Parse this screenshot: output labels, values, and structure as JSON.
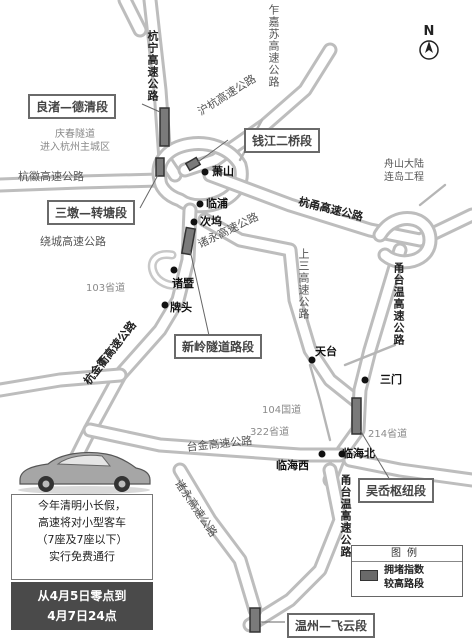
{
  "roads": {
    "hangning": "杭宁高速公路",
    "zhajiasu": "乍嘉苏高速公路",
    "huhang": "沪杭高速公路",
    "hanghui": "杭徽高速公路",
    "raocheng": "绕城高速公路",
    "hangyong": "杭甬高速公路",
    "zhuyong": "诸永高速公路",
    "shangsan": "上三高速公路",
    "yongtaiwen_north": "甬台温高速公路",
    "yongtaiwen_south": "甬台温高速公路",
    "hangjinqu": "杭金衢高速公路",
    "taijin": "台金高速公路",
    "zhuyong_south": "诸永高速公路",
    "provincial_103": "103省道",
    "national_104": "104国道",
    "provincial_322": "322省道",
    "provincial_214": "214省道",
    "qingchun_tunnel": "庆春隧道\n进入杭州主城区",
    "zhoushan_bridge": "舟山大陆\n连岛工程"
  },
  "cities": {
    "xiaoshan": "萧山",
    "linpu": "临浦",
    "ciwu": "次坞",
    "zhuji": "诸暨",
    "paitou": "牌头",
    "tiantai": "天台",
    "sanmen": "三门",
    "linhaibei": "临海北",
    "linhaixi": "临海西"
  },
  "sections": {
    "liangzhu_deqing": "良渚—德清段",
    "qianjiang_bridge": "钱江二桥段",
    "sandun_zhuantang": "三墩—转塘段",
    "xinling_tunnel": "新岭隧道路段",
    "wuxi_hub": "吴岙枢纽段",
    "wenzhou_yifei": "温州—飞云段"
  },
  "north_label": "N",
  "notice": {
    "line1": "今年清明小长假，",
    "line2": "高速将对小型客车",
    "line3": "（7座及7座以下）",
    "line4": "实行免费通行"
  },
  "time": {
    "line1": "从4月5日零点到",
    "line2": "4月7日24点"
  },
  "legend": {
    "title": "图例",
    "desc": "拥堵指数\n较高路段",
    "swatch_color": "#6a6a6a"
  }
}
